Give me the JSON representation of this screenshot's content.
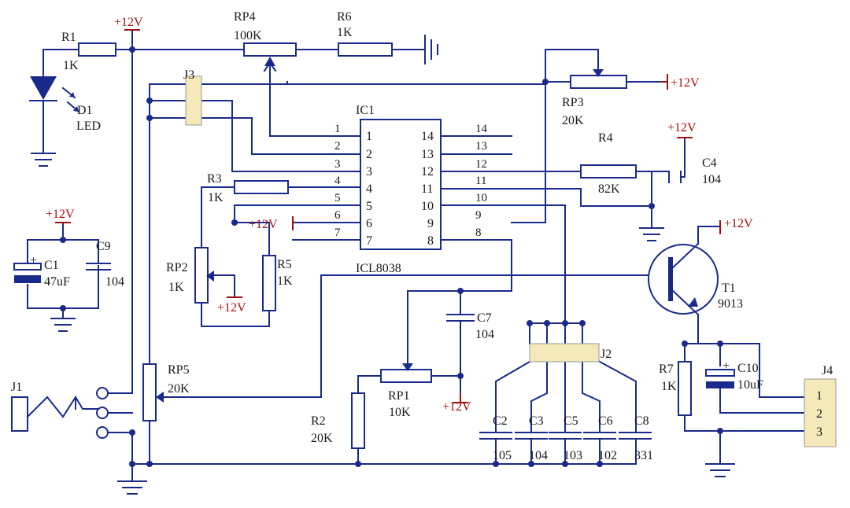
{
  "power": {
    "vcc": "+12V"
  },
  "components": {
    "R1": {
      "ref": "R1",
      "val": "1K"
    },
    "D1": {
      "ref": "D1",
      "val": "LED"
    },
    "RP4": {
      "ref": "RP4",
      "val": "100K"
    },
    "R6": {
      "ref": "R6",
      "val": "1K"
    },
    "RP3": {
      "ref": "RP3",
      "val": "20K"
    },
    "J3": {
      "ref": "J3"
    },
    "IC1": {
      "ref": "IC1",
      "part": "ICL8038"
    },
    "R3": {
      "ref": "R3",
      "val": "1K"
    },
    "RP2": {
      "ref": "RP2",
      "val": "1K"
    },
    "R5": {
      "ref": "R5",
      "val": "1K"
    },
    "R4": {
      "ref": "R4",
      "val": "82K"
    },
    "C4": {
      "ref": "C4",
      "val": "104"
    },
    "C1": {
      "ref": "C1",
      "val": "47uF"
    },
    "C9": {
      "ref": "C9",
      "val": "104"
    },
    "C7": {
      "ref": "C7",
      "val": "104"
    },
    "RP1": {
      "ref": "RP1",
      "val": "10K"
    },
    "R2": {
      "ref": "R2",
      "val": "20K"
    },
    "RP5": {
      "ref": "RP5",
      "val": "20K"
    },
    "J1": {
      "ref": "J1"
    },
    "J2": {
      "ref": "J2"
    },
    "T1": {
      "ref": "T1",
      "val": "9013"
    },
    "R7": {
      "ref": "R7",
      "val": "1K"
    },
    "C10": {
      "ref": "C10",
      "val": "10uF"
    },
    "J4": {
      "ref": "J4",
      "pins": [
        "1",
        "2",
        "3"
      ]
    },
    "C2": {
      "ref": "C2",
      "val": "105"
    },
    "C3": {
      "ref": "C3",
      "val": "104"
    },
    "C5": {
      "ref": "C5",
      "val": "103"
    },
    "C6": {
      "ref": "C6",
      "val": "102"
    },
    "C8": {
      "ref": "C8",
      "val": "331"
    }
  },
  "ic_pins": {
    "left": [
      "1",
      "2",
      "3",
      "4",
      "5",
      "6",
      "7"
    ],
    "right": [
      "14",
      "13",
      "12",
      "11",
      "10",
      "9",
      "8"
    ]
  },
  "plus": "+"
}
